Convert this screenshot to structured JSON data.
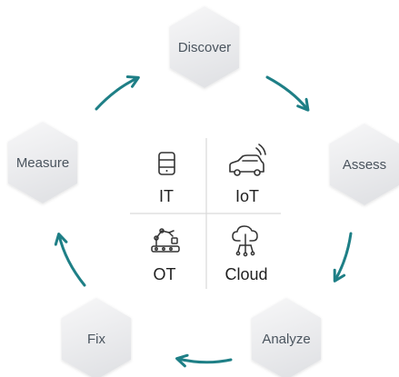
{
  "cycle": {
    "steps": [
      {
        "label": "Discover"
      },
      {
        "label": "Assess"
      },
      {
        "label": "Analyze"
      },
      {
        "label": "Fix"
      },
      {
        "label": "Measure"
      }
    ]
  },
  "center": {
    "quadrants": [
      {
        "label": "IT",
        "icon": "server-icon"
      },
      {
        "label": "IoT",
        "icon": "connected-car-icon"
      },
      {
        "label": "OT",
        "icon": "robot-arm-icon"
      },
      {
        "label": "Cloud",
        "icon": "cloud-network-icon"
      }
    ]
  },
  "colors": {
    "arrow": "#1e7f86",
    "hex_fill_light": "#f6f6f7",
    "hex_fill_dark": "#e3e4e7",
    "label": "#4a545e",
    "divider": "#d9d9d9"
  }
}
